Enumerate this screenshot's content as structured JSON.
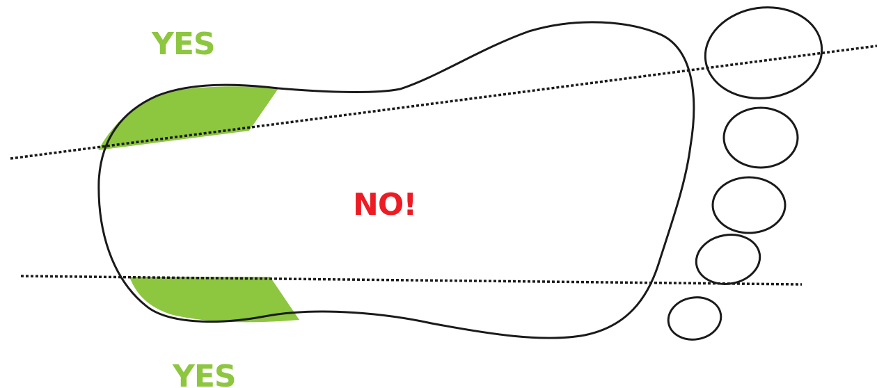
{
  "labels": {
    "top_yes": "YES",
    "bottom_yes": "YES",
    "center_no": "NO!"
  },
  "colors": {
    "yes": "#8dc63f",
    "no": "#ed1c24",
    "fill": "#8dc63f",
    "outline": "#1a1a1a"
  },
  "icons": [
    "footprint-outline",
    "toe-ovals",
    "dashed-guide-lines"
  ]
}
